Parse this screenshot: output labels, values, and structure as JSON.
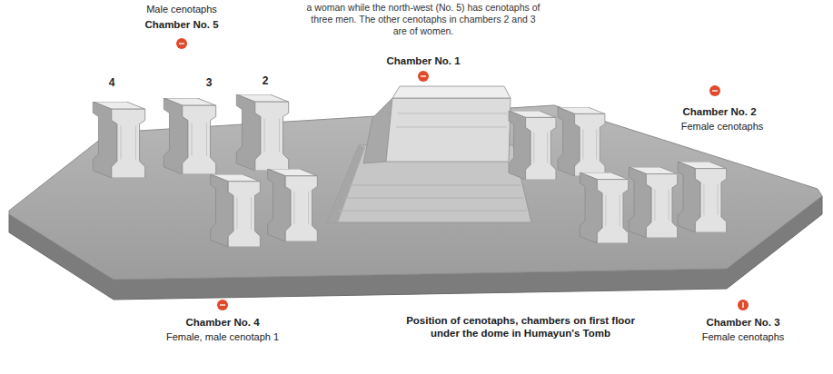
{
  "diagram": {
    "caption": "Position of cenotaphs, chambers on first floor under the dome in Humayun's Tomb",
    "labels": [
      "a woman while the north-west (No. 5) has cenotaphs of three men. The other cenotaphs in chambers 2 and 3 are of women.",
      "Male cenotaphs",
      "Chamber No. 5",
      "Chamber No. 1",
      "4",
      "3",
      "2",
      "Chamber No. 2",
      "Female cenotaphs",
      "Chamber No. 4",
      "Female, male cenotaph 1",
      "Chamber No. 3",
      "Female cenotaphs"
    ]
  }
}
